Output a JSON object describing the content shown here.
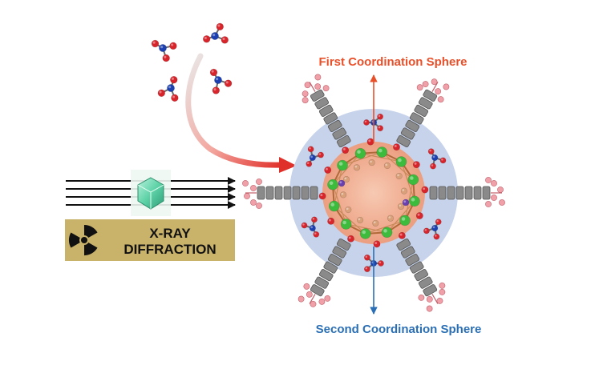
{
  "labels": {
    "first_sphere": "First Coordination Sphere",
    "second_sphere": "Second Coordination Sphere",
    "xray_line1": "X-RAY",
    "xray_line2": "DIFFRACTION"
  },
  "colors": {
    "first_sphere": "#e8502a",
    "second_sphere": "#2a6fb5",
    "xray_panel": "#c9b26a",
    "outer_disc": "#c7d3ea",
    "inner_disc": "#f0b59a",
    "oxygen": "#d8242b",
    "nitrogen": "#1b3fb0",
    "metal": "#3dbb3d",
    "linker": "#8a8a8a",
    "crystal": "#5fd2a8",
    "curved_arrow": "#e0302a"
  },
  "icons": {
    "radiation": "radiation-trefoil-icon",
    "crystal": "hexagonal-crystal-icon"
  }
}
